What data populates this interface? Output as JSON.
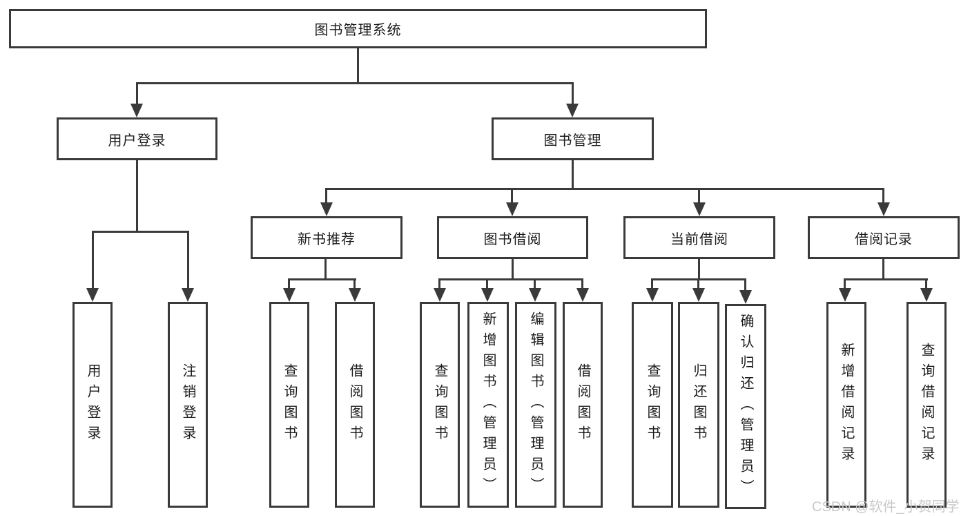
{
  "tree": {
    "label": "图书管理系统",
    "children": [
      {
        "label": "用户登录",
        "children": [
          {
            "label": "用户登录"
          },
          {
            "label": "注销登录"
          }
        ]
      },
      {
        "label": "图书管理",
        "children": [
          {
            "label": "新书推荐",
            "children": [
              {
                "label": "查询图书"
              },
              {
                "label": "借阅图书"
              }
            ]
          },
          {
            "label": "图书借阅",
            "children": [
              {
                "label": "查询图书"
              },
              {
                "label": "新增图书（管理员）"
              },
              {
                "label": "编辑图书（管理员）"
              },
              {
                "label": "借阅图书"
              }
            ]
          },
          {
            "label": "当前借阅",
            "children": [
              {
                "label": "查询图书"
              },
              {
                "label": "归还图书"
              },
              {
                "label": "确认归还（管理员）"
              }
            ]
          },
          {
            "label": "借阅记录",
            "children": [
              {
                "label": "新增借阅记录"
              },
              {
                "label": "查询借阅记录"
              }
            ]
          }
        ]
      }
    ]
  },
  "watermark": {
    "text": "CSDN @软件_小贺同学"
  },
  "colors": {
    "line": "#3a3a3a",
    "text": "#1c1c1c",
    "background": "#ffffff",
    "watermark": "#c9c9c9"
  }
}
